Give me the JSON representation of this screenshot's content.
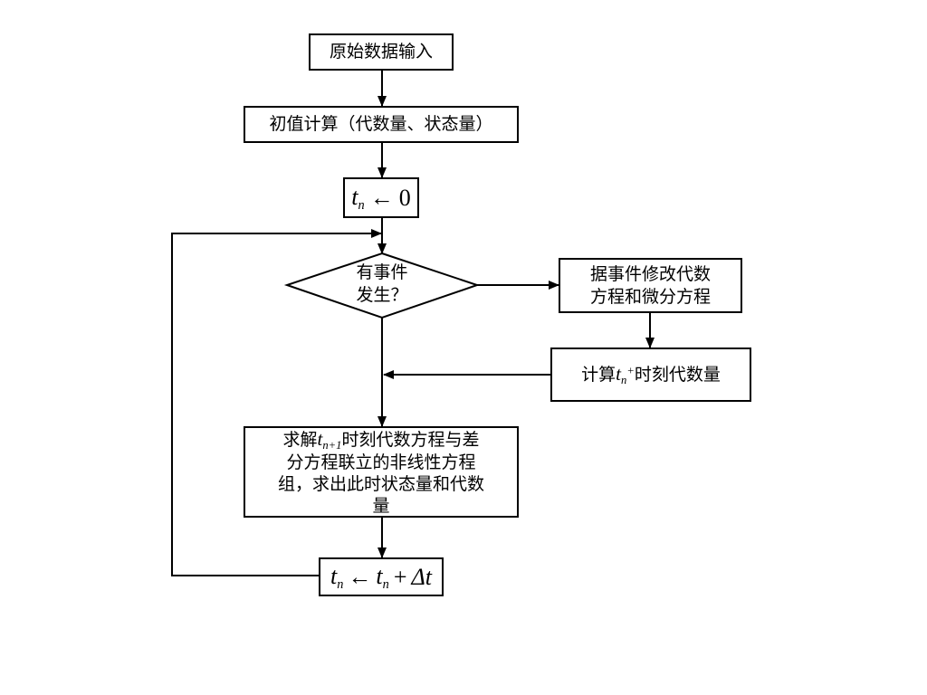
{
  "nodes": {
    "input": "原始数据输入",
    "init": "初值计算（代数量、状态量）",
    "set_t": {
      "var": "t",
      "sub": "n",
      "arrow": "←",
      "value": "0"
    },
    "decision": [
      "有事件",
      "发生？"
    ],
    "modify": [
      "据事件修改代数",
      "方程和微分方程"
    ],
    "calc_plus": {
      "prefix": "计算",
      "var": "t",
      "sub": "n",
      "sup": "+",
      "suffix": "时刻代数量"
    },
    "solve": {
      "line1_prefix": "求解",
      "var": "t",
      "sub": "n+1",
      "line1_suffix": "时刻代数方程与差",
      "line2": "分方程联立的非线性方程",
      "line3": "组，求出此时状态量和代数",
      "line4": "量"
    },
    "step": {
      "var": "t",
      "sub": "n",
      "arrow": "←",
      "var2": "t",
      "sub2": "n",
      "plus": "+",
      "delta": "Δt"
    }
  }
}
